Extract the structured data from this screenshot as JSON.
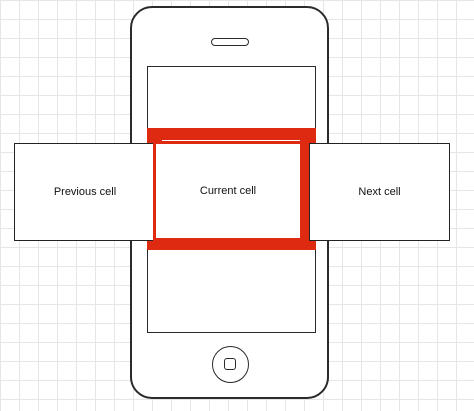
{
  "cells": {
    "previous": "Previous cell",
    "current": "Current cell",
    "next": "Next cell"
  },
  "colors": {
    "highlight": "#dd2a10",
    "outline": "#2b2b2b",
    "grid": "#e6e6e6"
  }
}
